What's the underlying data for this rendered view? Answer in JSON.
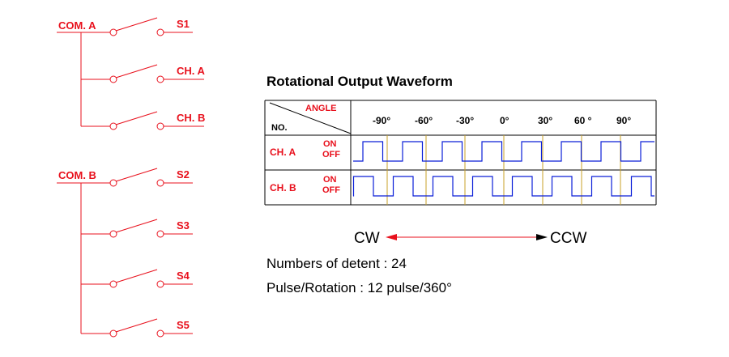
{
  "switches": {
    "group_a": {
      "common": "COM. A",
      "outputs": [
        "S1",
        "CH. A",
        "CH. B"
      ]
    },
    "group_b": {
      "common": "COM. B",
      "outputs": [
        "S2",
        "S3",
        "S4",
        "S5"
      ]
    }
  },
  "waveform": {
    "title": "Rotational Output Waveform",
    "header_angle": "ANGLE",
    "header_no": "NO.",
    "angles": [
      "-90°",
      "-60°",
      "-30°",
      "0°",
      "30°",
      "60 °",
      "90°"
    ],
    "rows": [
      {
        "label": "CH. A",
        "on": "ON",
        "off": "OFF"
      },
      {
        "label": "CH. B",
        "on": "ON",
        "off": "OFF"
      }
    ]
  },
  "direction": {
    "left": "CW",
    "right": "CCW"
  },
  "info": {
    "detent": "Numbers of detent : 24",
    "pulse": "Pulse/Rotation : 12 pulse/360°"
  },
  "colors": {
    "wiring": "#e8101c",
    "wave": "#0a1fd8",
    "marker": "#c9a227",
    "arrow": "#e8101c"
  }
}
